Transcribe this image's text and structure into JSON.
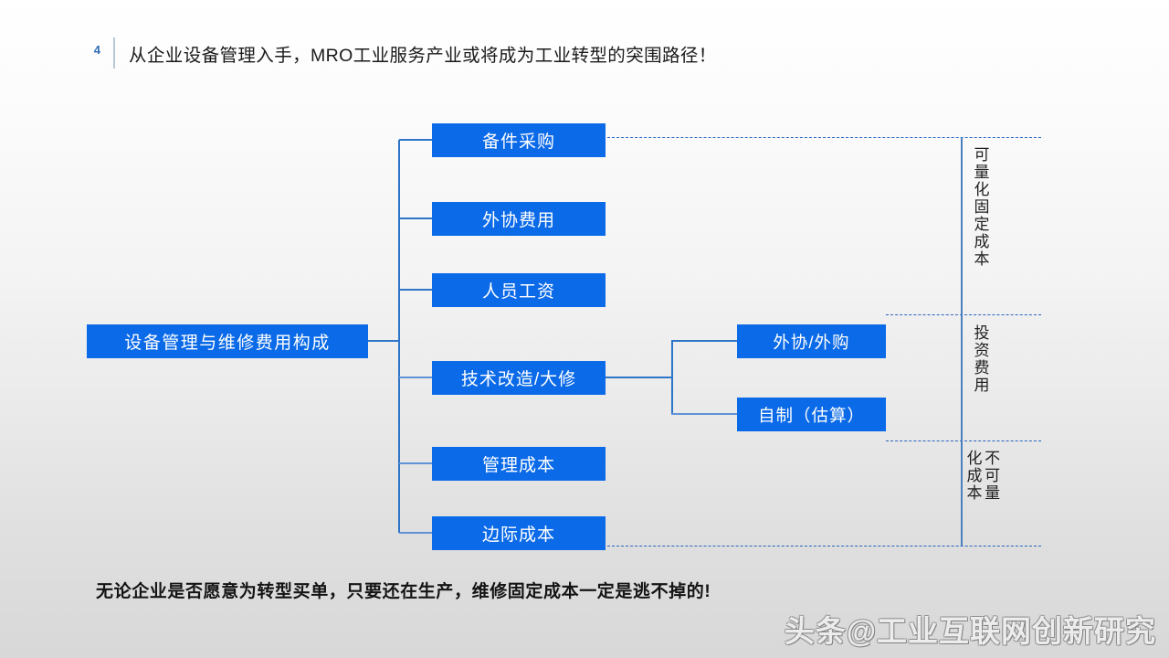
{
  "header": {
    "page_number": "4",
    "title": "从企业设备管理入手，MRO工业服务产业或将成为工业转型的突围路径！",
    "accent_color": "#2e6db4"
  },
  "diagram": {
    "node_color": "#0b6ae8",
    "connector_color": "#2e75c8",
    "root": {
      "label": "设备管理与维修费用构成"
    },
    "branches": [
      {
        "label": "备件采购"
      },
      {
        "label": "外协费用"
      },
      {
        "label": "人员工资"
      },
      {
        "label": "技术改造/大修"
      },
      {
        "label": "管理成本"
      },
      {
        "label": "边际成本"
      }
    ],
    "sub_branches": [
      {
        "label": "外协/外购"
      },
      {
        "label": "自制（估算）"
      }
    ],
    "groups": [
      {
        "label": "可量化固定成本"
      },
      {
        "label": "投资费用"
      },
      {
        "label": "不可量\n化成本"
      }
    ]
  },
  "footer": {
    "conclusion": "无论企业是否愿意为转型买单，只要还在生产，维修固定成本一定是逃不掉的!",
    "watermark": "头条@工业互联网创新研究"
  }
}
